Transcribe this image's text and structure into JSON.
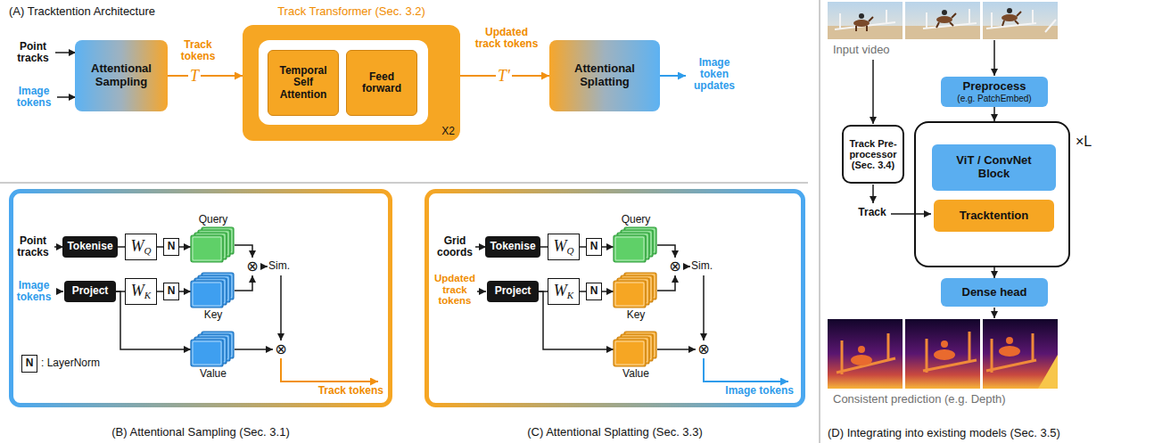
{
  "diagram": {
    "nodes": [
      {
        "text": [
          "Attentional Sampling"
        ]
      },
      {
        "text": [
          "Track Transformer (Sec. 3.2)",
          "X2"
        ]
      },
      {
        "text": [
          "Temporal Self Attention"
        ],
        "in": 1
      },
      {
        "text": [
          "Feed forward"
        ],
        "in": 1
      },
      {
        "text": [
          "Attentional Splatting"
        ]
      },
      {
        "text": [
          "(B) Attentional Sampling (Sec. 3.1)"
        ]
      },
      {
        "text": [
          "Tokenise"
        ],
        "in": 5
      },
      {
        "text": [
          "Project"
        ],
        "in": 5
      },
      {
        "text": [
          "WQ"
        ],
        "in": 5
      },
      {
        "text": [
          "WK"
        ],
        "in": 5
      },
      {
        "text": [
          "N"
        ],
        "in": 5
      },
      {
        "text": [
          "N"
        ],
        "in": 5
      },
      {
        "text": [
          "Query"
        ],
        "in": 5
      },
      {
        "text": [
          "Key"
        ],
        "in": 5
      },
      {
        "text": [
          "Value"
        ],
        "in": 5
      },
      {
        "text": [
          "N"
        ],
        "in": 5
      },
      {
        "text": [
          "(C) Attentional Splatting (Sec. 3.3)"
        ]
      },
      {
        "text": [
          "Tokenise"
        ],
        "in": 16
      },
      {
        "text": [
          "Project"
        ],
        "in": 16
      },
      {
        "text": [
          "WQ"
        ],
        "in": 16
      },
      {
        "text": [
          "WK"
        ],
        "in": 16
      },
      {
        "text": [
          "N"
        ],
        "in": 16
      },
      {
        "text": [
          "N"
        ],
        "in": 16
      },
      {
        "text": [
          "Query"
        ],
        "in": 16
      },
      {
        "text": [
          "Key"
        ],
        "in": 16
      },
      {
        "text": [
          "Value"
        ],
        "in": 16
      },
      {
        "text": [
          "Preprocess",
          "(e.g. PatchEmbed)"
        ]
      },
      {
        "text": [
          "Track Pre- processor (Sec. 3.4)"
        ]
      },
      {
        "text": [
          "×L"
        ]
      },
      {
        "text": [
          "ViT / ConvNet Block"
        ],
        "in": 28
      },
      {
        "text": [
          "Tracktention"
        ],
        "in": 28
      },
      {
        "text": [
          "Dense head"
        ]
      }
    ],
    "edges": [
      {
        "from": 0,
        "to": 1,
        "arrow": "to",
        "label": "Track tokens"
      },
      {
        "from": 1,
        "to": 4,
        "arrow": "to",
        "label": "Updated track tokens"
      },
      {
        "from": 6,
        "to": 8,
        "arrow": "none"
      },
      {
        "from": 8,
        "to": 10,
        "arrow": "none"
      },
      {
        "from": 10,
        "to": 12,
        "arrow": "to"
      },
      {
        "from": 7,
        "to": 9,
        "arrow": "none"
      },
      {
        "from": 9,
        "to": 11,
        "arrow": "none"
      },
      {
        "from": 11,
        "to": 13,
        "arrow": "to"
      },
      {
        "from": 7,
        "to": 14,
        "arrow": "to"
      },
      {
        "from": 17,
        "to": 19,
        "arrow": "none"
      },
      {
        "from": 19,
        "to": 21,
        "arrow": "none"
      },
      {
        "from": 21,
        "to": 23,
        "arrow": "to"
      },
      {
        "from": 18,
        "to": 20,
        "arrow": "none"
      },
      {
        "from": 20,
        "to": 22,
        "arrow": "none"
      },
      {
        "from": 22,
        "to": 24,
        "arrow": "to"
      },
      {
        "from": 18,
        "to": 25,
        "arrow": "to"
      },
      {
        "from": 26,
        "to": 28,
        "arrow": "to"
      },
      {
        "from": 28,
        "to": 31,
        "arrow": "to"
      }
    ],
    "labels": [
      "(A) Tracktention Architecture",
      "Point tracks",
      "Image tokens",
      "T",
      "T′",
      "Image token updates",
      "Point tracks",
      "Image tokens",
      "⊗",
      "Sim.",
      "⊗",
      "Track tokens",
      ": LayerNorm",
      "Grid coords",
      "Updated track tokens",
      "⊗",
      "Sim.",
      "⊗",
      "Image tokens",
      "Input video",
      "Track",
      "Consistent prediction (e.g. Depth)",
      "(D) Integrating into existing models (Sec. 3.5)"
    ]
  }
}
